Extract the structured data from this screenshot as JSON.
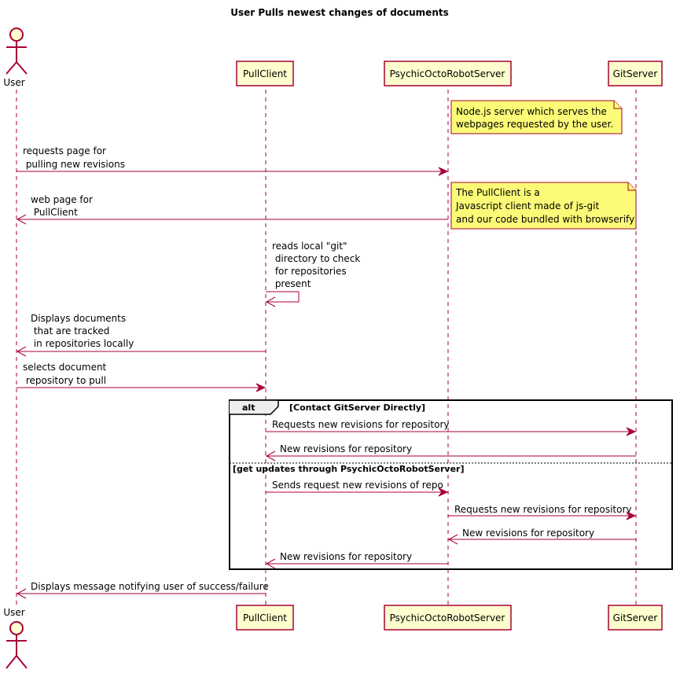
{
  "title": "User Pulls newest changes of documents",
  "participants": {
    "user": "User",
    "pullclient": "PullClient",
    "server": "PsychicOctoRobotServer",
    "git": "GitServer"
  },
  "notes": {
    "server_note": [
      "Node.js server which serves the",
      "webpages requested by the user."
    ],
    "pullclient_note": [
      "The PullClient is a",
      "Javascript client made of js-git",
      "and our code bundled with browserify"
    ]
  },
  "messages": {
    "m1": [
      "requests page for",
      " pulling new revisions"
    ],
    "m2": [
      "web page for",
      " PullClient"
    ],
    "m3": [
      "reads local \"git\"",
      " directory to check",
      " for repositories",
      " present"
    ],
    "m4": [
      "Displays documents",
      " that are tracked",
      " in repositories locally"
    ],
    "m5": [
      "selects document",
      " repository to pull"
    ],
    "m6": "Requests new revisions for repository",
    "m7": "New revisions for repository",
    "m8": "Sends request new revisions of repo",
    "m9": "Requests new revisions for repository",
    "m10": "New revisions for repository",
    "m11": "New revisions for repository",
    "m12": "Displays message notifying user of success/failure"
  },
  "alt": {
    "keyword": "alt",
    "guard1": "[Contact GitServer Directly]",
    "guard2": "[get updates through PsychicOctoRobotServer]"
  },
  "colors": {
    "line": "#A80036",
    "participant_fill": "#FEFECE",
    "note_fill": "#FBFB77"
  }
}
